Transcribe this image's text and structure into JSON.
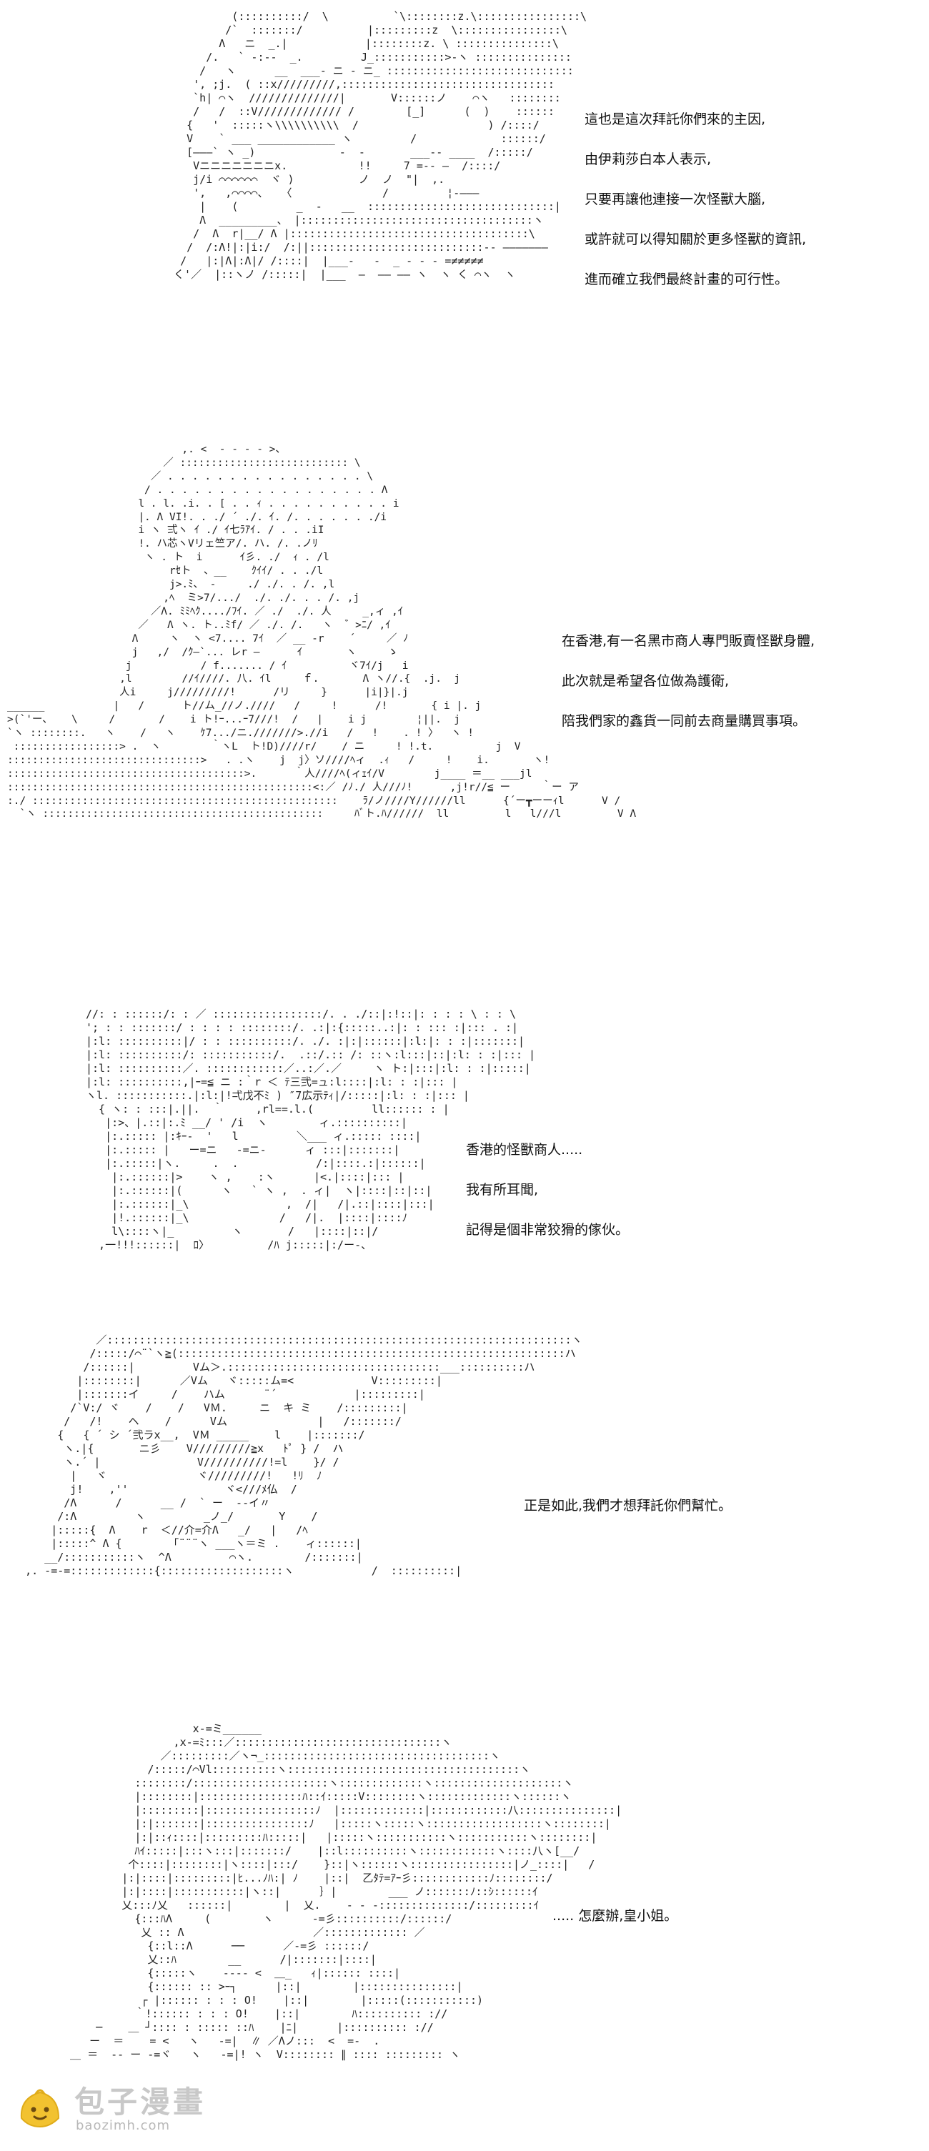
{
  "panels": [
    {
      "art": "           (::::::::::/  \\          `\\::::::::z.\\::::::::::::::::\\\n          /`  :::::::/          |:::::::::z  \\::::::::::::::::\\\n         Λ   ニ  _.|            |::::::::z. \\ :::::::::::::::\\\n       /.   ` -:--  _.         J_:::::::::::>-ヽ :::::::::::::::\n      /   ヽ      __  ___- ニ - ニ_ :::::::::::::::::::::::::::::\n     ', ;j.  ( ::x/////////,:::::::::::::::::::::::::::::::::\n     `h| ⌒ヽ  //////////////|       V::::::ノ    ⌒ヽ   ::::::::\n     /   /  ::V///////////// /        [_]      (  )    ::::::\n    {   '  :::::ヽ\\\\\\\\\\\\\\\\\\\\  /                    ) /::::/\n    V    ` ___ ____________ ヽ         /             ::::::/\n    [―――` ヽ _)             -  -       ___-- ____  /:::::/\n     Vニニニニニニニx.           !!     7 =-- ―  /::::/\n     j/i ⌒⌒⌒⌒⌒⌒  ヾ )          ノ  ノ  \"|  ,.\n     ',   ,⌒⌒⌒⌒、  〈              /         ¦‐―――\n      |    (         _  -   __  :::::::::::::::::::::::::::::|\n      Λ  _________、 |::::::::::::::::::::::::::::::::::::ヽ\n     /  Λ  r|__/ Λ |:::::::::::::::::::::::::::::::::::::\\\n    /  /:Λ!|:|i:/  /:||:::::::::::::::::::::::::::-- ―――――――\n   /   |:|Λ|:Λ|/ /::::|  |___-   -  _ ‐ - - =≠≠≠≠≠\n  く'／  |::ヽノ /:::::|  |___  ―  ―― ―― ヽ  ヽ く ⌒ヽ  ヽ",
      "dialogue": [
        "這也是這次拜託你們來的主因,",
        "由伊莉莎白本人表示,",
        "只要再讓他連接一次怪獸大腦,",
        "或許就可以得知關於更多怪獸的資訊,",
        "進而確立我們最終計畫的可行性。"
      ]
    },
    {
      "art": "                            ,. <  ‐ ‐ ‐ ‐ >、\n                         ／ ::::::::::::::::::::::::::: \\\n                       ／ . . . . . . . . . . . . . . . . \\\n                      / . . . . . . . . . . . . . . . . . . Λ\n                     l . l. .i. . [ . . ｨ . . . . . . . . . . i\n                     |. Λ VI!. . ./ ´ ./. ｲ. /. . . . . . ./i\n                     i ヽ 弍ヽ ｲ ./ ｲ七ﾗｱｲ. / . . .iI\n                     !. ハ芯ヽVリェ竺ア/. ハ. /. .ノﾘ\n                      ヽ . ト  i      ｲ彡. ./  ｨ . /l\n                          rｾト  、__    ｸｲｲ/ . . ./l\n                          j>.ﾐ、 ‐     ./ ./. . /. ,l\n                         ,ﾍ  ミ>7/.../  ./. ./. . . /. ,j\n                       ／Λ. ﾐﾐﾍｸ..../ﾌｲ. ／ ./  ./. 人     _,ィ ,ｲ\n                     ／   Λ ヽ. ト..ﾐf/ ／ ./. /.   ヽ  ゛>ﾆ/ ,ｲ\n                    Λ     ヽ  ヽ <7.... 7ｲ  ／ __ -r    ´     ／ ﾉ\n                    j   ,/  /ｸ―`... レr ―      ｲ       ヽ     ゝ\n                   j           / f....... / ｲ          ヾ7ｲ/j   i\n                  ,l        //ｲ////. 八. ｲl     ｆ.       Λ ヽ//.{  .j.  j\n                  人i     j/////////!      /リ     }      |i|}|.j\n______           |   /      ト//ム_//ノ.////   /     !      /!       { i |. j\n>(`'ー、   \\     /       /    i ト!ｰ...ｰ7///!  /   |    i j        ¦||.  j\n`ヽ ::::::::.   ヽ    /   ヽ    ｹ7.../ニ.///////>.//i   /   !    . ! 〉  ヽ !\n :::::::::::::::::> .  ヽ        ｀ヽL  ト!D)////r/    / ニ     ! !.t.          j  V\n:::::::::::::::::::::::::::::::>   . .ヽ    j  j〉ソ////ﾍィ  .ｨ   /     !    i.       ヽ!\n::::::::::::::::::::::::::::::::::::::>.      ｀人////ﾍ(ィｪｲ/V        j____ ＝__ ___jl\n:::::::::::::::::::::::::::::::::::::::::::::::::<:／ /ﾉ./ 人///ﾉ!      ,j!r//≦ ー     ｀ー ア\n:./ :::::::::::::::::::::::::::::::::::::::::::::::::    ﾗ/ノ////Y//////ll      {´ー┳ーーｨl      V /\n  `ヽ :::::::::::::::::::::::::::::::::::::::::::::     ﾊﾞト.ﾊ//////  ll         l   l///l         V Λ",
      "dialogue": [
        "在香港,有一名黑市商人專門販賣怪獸身體,",
        "此次就是希望各位做為護衛,",
        "陪我們家的鑫貨一同前去商量購買事項。"
      ]
    },
    {
      "art": "//: : ::::::/: : ／ :::::::::::::::::/. . ./::|:!::|: : : : \\ : : \\\n'; : : :::::::/ : : : : ::::::::/. .:|:{:::::..:|: : ::: :|::: . :|\n|:l: ::::::::::|/ : : ::::::::::/. ./. :|:|::::::|:l:|: : :|:::::::|\n|:l: ::::::::::/: :::::::::::/.  .::/.:: /: ::ヽ:l:::|::|:l: : :|::: |\n|:l: ::::::::::／. ::::::::::::／..:／.／     ヽ ト:|:::|:l: : :|:::::|\n|:l: ::::::::::,|ｰ=≦ ニ :｀r ＜ ﾃ三弐=ュ:l::::|:l: : :|::: |\nヽl. :::::::::::.|:l:|!弌戊不ﾐ ) ″7広示ﾃｨ|/:::::|:l: : :|::: |\n  { ヽ: : :::|.||.  ｀     ,rl==.l.(         ll:::::: : |\n   |:>、|.::|:.ﾐ __/ ' /i  ヽ        ィ.::::::::::|\n   |:.::::: |:ｷｰ-  '   l         ＼___ ィ.::::: ::::|\n   |:.::::: |   ー=ニ   -=ニ-      ィ :::|:::::::|\n   |:.:::::|ヽ.     .  .            /:|::::.:|::::::|\n    |:.::::::|>    ヽ ,    :ヽ      |<.|::::|::: |\n    |:.::::::|(      ヽ   ` ヽ ,  . ィ|  ヽ|::::|::|::|\n    |:.::::::|_\\               ,  /|   /|.::|::::|:::|\n    |!.::::::|_\\              /   /|.  |::::|::::ﾉ\n    l\\::::ヽ|_         ヽ       /   |::::|::|/\n  ,一!!!::::::|  ﾛ〉         /ﾊ j:::::|:/ー‐、",
      "dialogue": [
        "香港的怪獸商人.....",
        "我有所耳聞,",
        "記得是個非常狡猾的傢伙。"
      ]
    },
    {
      "art": "              ／::::::::::::::::::::::::::::::::::::::::::::::::::::::::::::::::::::::::ヽ\n             /:::::/⌒¨`ヽ≧(::::::::::::::::::::::::::::::::::::::::::::::::::::::::::::ハ\n            /::::::|         Vム＞.:::::::::::::::::::::::::::::::::___::::::::::ハ\n           |::::::::|      ／Vム   ヾ:::::ム=<            V:::::::::|\n           |:::::::イ     /    ハム      ¨´            |:::::::::|\n          /`V:/ ヾ    /    /   VＭ.     ニ  キ ミ    /:::::::::|\n         /   /!    ヘ    /      Vム              |   /:::::::/\n        {   { ´ シ ´弐ラx__,  VＭ _____    l    |:::::::/\n         ヽ.|{       ニ彡    V/////////≧x   ﾄﾟ } /  ハ\n         ヽ.´ |               V//////////!=l    }/ / \n          |   ヾ              ヾ/////////!   !ﾘ  ﾉ\n          j!    ,''               ヾ<///ﾒ仏  /\n         /Λ      /      __ /  ` ー  --イ〃\n        /:Λ         ヽ         _ノ_/       Y    /\n       |:::::{  Λ    r  ＜//介=介Λ   _/   |   /ﾍ\n       |:::::^ Λ {        ｢¨¨¨ヽ ___ヽ＝ミ .    ィ::::::|\n      __/:::::::::::ヽ  ^Λ         ⌒ヽ.        /:::::::|\n   ,. ‐=-=:::::::::::::{:::::::::::::::::::ヽ            /  ::::::::::|",
      "dialogue": [
        "正是如此,我們才想拜託你們幫忙。"
      ]
    },
    {
      "art": "                     x‐=ミ______\n                  ,x‐=ﾐ:::／::::::::::::::::::::::::::::::::ヽ\n                ／:::::::::／ヽ¬_:::::::::::::::::::::::::::::::::::ヽ\n              /:::::/⌒Vl::::::::::ヽ::::::::::::::::::::::::::::::::::::ヽ\n            ::::::::/:::::::::::::::::::::ヽ:::::::::::::ヽ::::::::::::::::::::ヽ\n            |::::::::|::::::::::::::::ﾊ::ｲ:::::V::::::::ヽ:::::::::::::ヽ::::::ヽ\n            |:::::::::|:::::::::::::::::ﾉ  |:::::::::::::|::::::::::::八:::::::::::::::|\n            |:|:::::::|::::::::::::::::ﾉ   |:::::ヽ:::::ヽ::::::::::::::::::ヽ::::::::|\n            |:|::ｨ::::|:::::::::ﾊ:::::|   |:::::ヽ:::::::::::ヽ:::::::::::ヽ::::::::|\n            ﾊｲ:::::|:::ヽ:::|:::::::/    |::l::::::::::ヽ::::::::::::ヽ::::八ヽ[__/\n           个::::|::::::::|ヽ::::|:::/    }::|ヽ::::::ヽ::::::::::::::::|ノ_::::|   /\n          |:|::::|:::::::::|ﾋ...ﾉﾊ:| ﾉ    |::|  乙ﾀﾃ=ｱｰ彡::::::::::::ﾉ::::::::/\n          |:|::::|:::::::::::|ヽ::|      ｝|        ___ ノ:::::::ﾉ::ｼ::::::ｲ\n          乂:::ﾉ乂   ::::::|        |  乂.    ‐ ‐ ‐::::::::::::::/:::::::::ｲ\n            {:::ﾊΛ     (        ヽ      ‐=彡::::::::::/::::::/\n             乂 :: Λ                    ／::::::::::::: ／\n              {::l::Λ      ──      ／‐=彡 ::::::/\n              乂::ﾊ        __      /|:::::::|::::|\n              {:::::ヽ    ‐‐‐‐ <  ＿_   ｨ|:::::: ::::|\n              {:::::: :: >ｰ┐      |::|        |:::::::::::::::|\n             ┌ |:::::: : : : O!    |::|        |:::::(:::::::::::)\n            ｀!:::::: : : : O!    |::|        ﾊ:::::::::: ://\n      ─    ＿ ┘:::: : ::::: ::ﾊ    |ﾆ|      |:::::::::: ://\n     ー  ＝    = <   ヽ   ‐=|  ∥ ／Λノ:::  <  =-  .\n  ＿ ＝  ‐‐ ー ‐=ヾ   ヽ   ‐=|! ヽ  V:::::::: ∥ :::: ::::::::: ヽ",
      "dialogue": [
        "..... 怎麼辦,皇小姐。"
      ]
    }
  ],
  "watermark": {
    "logo_icon": "bun-mascot-icon",
    "title": "包子漫畫",
    "url": "baozimh.com",
    "color": "#c8c8c8",
    "logo_color": "#f2c230"
  }
}
